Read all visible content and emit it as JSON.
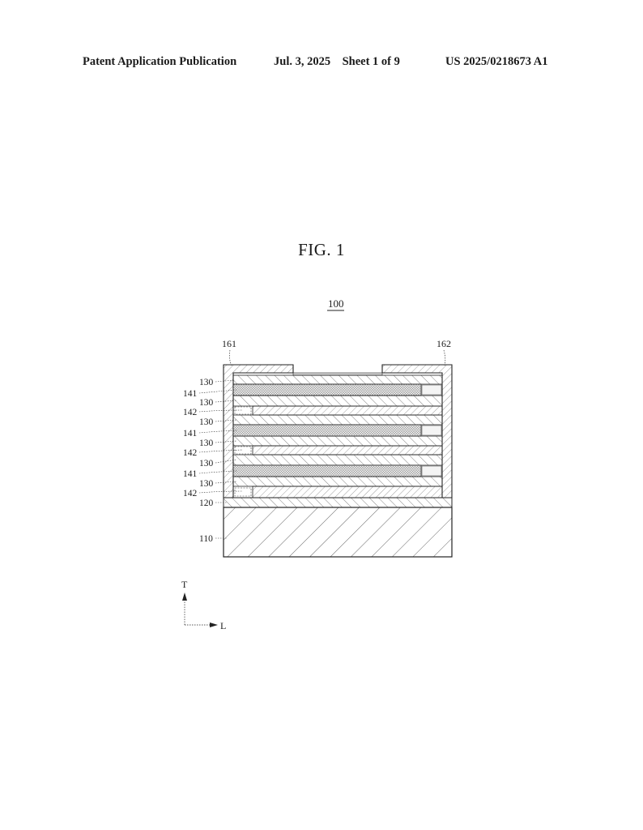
{
  "header": {
    "left": "Patent Application Publication",
    "middle": "Jul. 3, 2025    Sheet 1 of 9",
    "right": "US 2025/0218673 A1"
  },
  "figure": {
    "title": "FIG. 1",
    "ref_device": "100",
    "ref_electrode_left": "161",
    "ref_electrode_right": "162",
    "ref_substrate": "110",
    "ref_base_layer": "120",
    "ref_dielectric": "130",
    "ref_inner_electrode_a": "141",
    "ref_inner_electrode_b": "142",
    "axis_vertical": "T",
    "axis_horizontal": "L"
  }
}
